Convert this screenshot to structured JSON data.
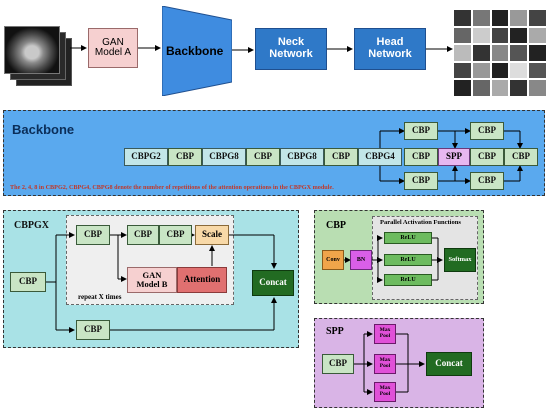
{
  "top": {
    "gan": "GAN\nModel A",
    "backbone": "Backbone",
    "neck": "Neck\nNetwork",
    "head": "Head\nNetwork"
  },
  "backbone_panel": {
    "title": "Backbone",
    "blocks": [
      "CBPG2",
      "CBP",
      "CBPG8",
      "CBP",
      "CBPG8",
      "CBP",
      "CBPG4",
      "CBP",
      "SPP",
      "CBP",
      "CBP"
    ],
    "branch": "CBP",
    "note": "The 2, 4, 8 in CBPG2, CBPG4, CBPG8 denote the number of repetitions of the attention operations in the CBPGX module."
  },
  "cbpgx": {
    "title": "CBPGX",
    "cbp": "CBP",
    "gan": "GAN\nModel B",
    "attention": "Attention",
    "scale": "Scale",
    "concat": "Concat",
    "repeat": "repeat X times"
  },
  "cbp_panel": {
    "title": "CBP",
    "group": "Parallel Activation Functions",
    "conv": "Conv",
    "bn": "BN",
    "relu": "ReLU",
    "softmax": "Softmax"
  },
  "spp": {
    "title": "SPP",
    "cbp": "CBP",
    "pool": "Max\nPool",
    "concat": "Concat"
  },
  "colors": {
    "backbone_bg": "#5aa9ee",
    "cbpgx_bg": "#a9e2e6",
    "cbp_bg": "#b9deb2",
    "spp_bg": "#d9b4e6",
    "note": "#c0392b",
    "attention": "#e07070",
    "scale": "#f8d9a8",
    "conv": "#f0a54a",
    "bn": "#d95fe8",
    "softmax": "#226b22",
    "concat": "#226b22",
    "pool": "#e050d8"
  }
}
